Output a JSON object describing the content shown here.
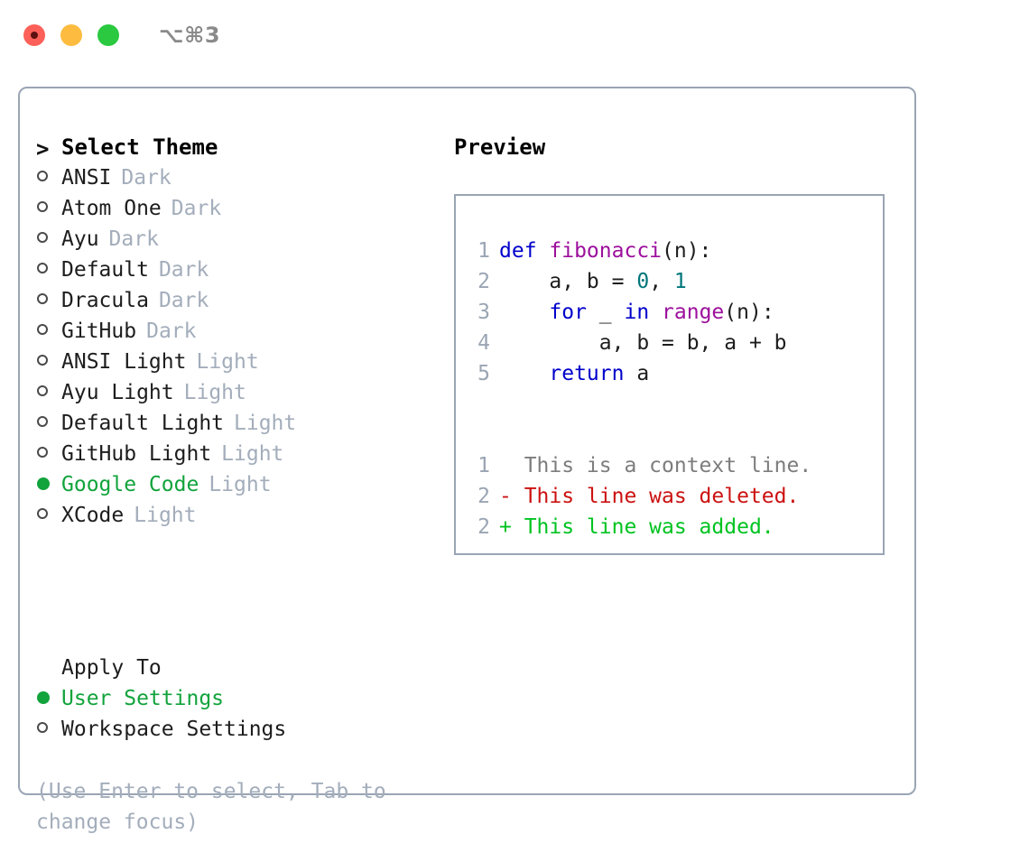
{
  "window": {
    "shortcut": "⌥⌘3",
    "traffic_lights": [
      {
        "name": "close",
        "color": "#fc6058"
      },
      {
        "name": "minimize",
        "color": "#fdbc40"
      },
      {
        "name": "maximize",
        "color": "#2ac940"
      }
    ]
  },
  "colors": {
    "accent_green": "#12a33c",
    "muted": "#a3adbb",
    "border": "#9aa5b4",
    "keyword": "#0000cc",
    "function": "#9c0f9c",
    "number": "#00767a",
    "diff_add": "#00c321",
    "diff_del": "#cc1111",
    "diff_ctx": "#7d7d7d"
  },
  "theme_picker": {
    "header": {
      "marker": ">",
      "label": "Select Theme"
    },
    "items": [
      {
        "marker": "empty",
        "label": "ANSI",
        "variant": "Dark",
        "selected": false
      },
      {
        "marker": "empty",
        "label": "Atom One",
        "variant": "Dark",
        "selected": false
      },
      {
        "marker": "empty",
        "label": "Ayu",
        "variant": "Dark",
        "selected": false
      },
      {
        "marker": "empty",
        "label": "Default",
        "variant": "Dark",
        "selected": false
      },
      {
        "marker": "empty",
        "label": "Dracula",
        "variant": "Dark",
        "selected": false
      },
      {
        "marker": "empty",
        "label": "GitHub",
        "variant": "Dark",
        "selected": false
      },
      {
        "marker": "empty",
        "label": "ANSI Light",
        "variant": "Light",
        "selected": false
      },
      {
        "marker": "empty",
        "label": "Ayu Light",
        "variant": "Light",
        "selected": false
      },
      {
        "marker": "empty",
        "label": "Default Light",
        "variant": "Light",
        "selected": false
      },
      {
        "marker": "empty",
        "label": "GitHub Light",
        "variant": "Light",
        "selected": false
      },
      {
        "marker": "filled",
        "label": "Google Code",
        "variant": "Light",
        "selected": true
      },
      {
        "marker": "empty",
        "label": "XCode",
        "variant": "Light",
        "selected": false
      }
    ]
  },
  "apply_to": {
    "header": "Apply To",
    "items": [
      {
        "marker": "filled",
        "label": "User Settings",
        "selected": true
      },
      {
        "marker": "empty",
        "label": "Workspace Settings",
        "selected": false
      }
    ]
  },
  "hint": "(Use Enter to select, Tab to change focus)",
  "preview": {
    "title": "Preview",
    "code_lines": [
      {
        "no": "1",
        "tokens": [
          {
            "t": "def ",
            "c": "kw"
          },
          {
            "t": "fibonacci",
            "c": "fn"
          },
          {
            "t": "(n):",
            "c": "plain"
          }
        ]
      },
      {
        "no": "2",
        "tokens": [
          {
            "t": "    a, b = ",
            "c": "plain"
          },
          {
            "t": "0",
            "c": "num"
          },
          {
            "t": ", ",
            "c": "plain"
          },
          {
            "t": "1",
            "c": "num"
          }
        ]
      },
      {
        "no": "3",
        "tokens": [
          {
            "t": "    ",
            "c": "plain"
          },
          {
            "t": "for",
            "c": "kw"
          },
          {
            "t": " _ ",
            "c": "plain"
          },
          {
            "t": "in",
            "c": "kw"
          },
          {
            "t": " ",
            "c": "plain"
          },
          {
            "t": "range",
            "c": "fn"
          },
          {
            "t": "(n):",
            "c": "plain"
          }
        ]
      },
      {
        "no": "4",
        "tokens": [
          {
            "t": "        a, b = b, a + b",
            "c": "plain"
          }
        ]
      },
      {
        "no": "5",
        "tokens": [
          {
            "t": "    ",
            "c": "plain"
          },
          {
            "t": "return",
            "c": "kw"
          },
          {
            "t": " a",
            "c": "plain"
          }
        ]
      }
    ],
    "diff_lines": [
      {
        "no": "1",
        "text": "  This is a context line.",
        "kind": "ctx"
      },
      {
        "no": "2",
        "text": "- This line was deleted.",
        "kind": "del"
      },
      {
        "no": "2",
        "text": "+ This line was added.",
        "kind": "add"
      }
    ]
  }
}
